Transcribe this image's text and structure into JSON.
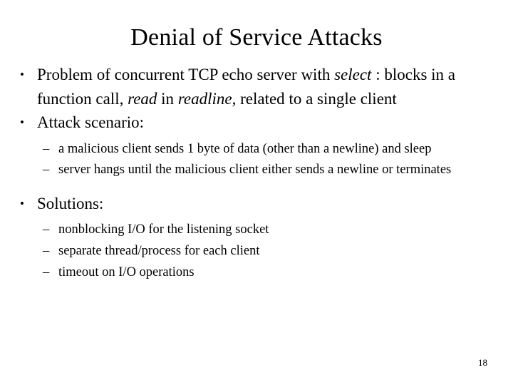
{
  "slide": {
    "title": "Denial of Service Attacks",
    "page_number": "18",
    "background_color": "#ffffff",
    "text_color": "#000000",
    "bullets": [
      {
        "level": 1,
        "marker": "•",
        "text": "Problem of concurrent TCP echo server with select : blocks in a function call, read in readline, related to a single client",
        "segments": [
          {
            "text": "Problem of concurrent TCP echo server with ",
            "style": "normal"
          },
          {
            "text": "select",
            "style": "italic"
          },
          {
            "text": " : blocks in a function call, ",
            "style": "normal"
          },
          {
            "text": "read",
            "style": "italic"
          },
          {
            "text": " in ",
            "style": "normal"
          },
          {
            "text": "readline",
            "style": "italic"
          },
          {
            "text": ", related to a single client",
            "style": "normal"
          }
        ]
      },
      {
        "level": 1,
        "marker": "•",
        "text": "Attack scenario:"
      },
      {
        "level": 2,
        "marker": "–",
        "text": "a malicious client sends 1 byte of data (other than a newline) and sleep"
      },
      {
        "level": 2,
        "marker": "–",
        "text": "server hangs until the malicious client either sends a newline or terminates"
      },
      {
        "level": 1,
        "marker": "•",
        "text": "Solutions:"
      },
      {
        "level": 2,
        "marker": "–",
        "text": "nonblocking I/O for the listening socket"
      },
      {
        "level": 2,
        "marker": "–",
        "text": "separate thread/process for each client"
      },
      {
        "level": 2,
        "marker": "–",
        "text": "timeout on I/O operations"
      }
    ]
  }
}
